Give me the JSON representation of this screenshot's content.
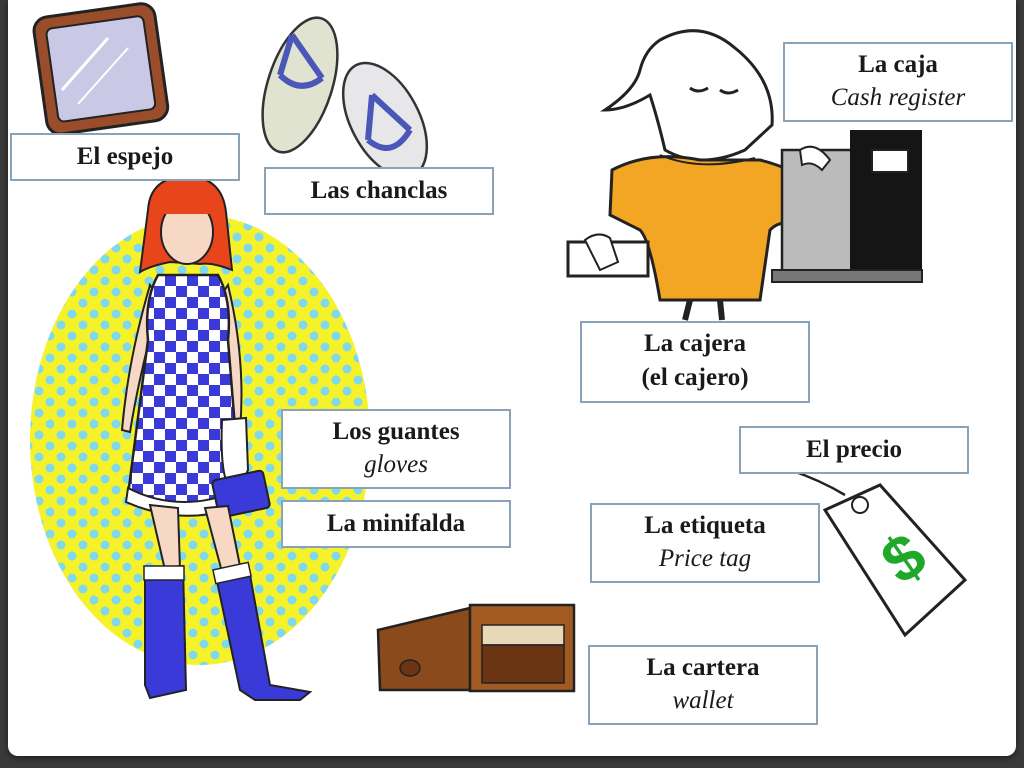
{
  "labels": {
    "espejo": "El espejo",
    "chanclas": "Las chanclas",
    "caja": {
      "title": "La caja",
      "translation": "Cash register"
    },
    "cajera": {
      "line1": "La cajera",
      "line2": "(el cajero)"
    },
    "guantes": {
      "title": "Los guantes",
      "translation": "gloves"
    },
    "minifalda": "La minifalda",
    "precio": "El precio",
    "etiqueta": {
      "title": "La etiqueta",
      "translation": "Price tag"
    },
    "cartera": {
      "title": "La cartera",
      "translation": "wallet"
    }
  },
  "colors": {
    "border": "#8aa3b8",
    "dress_blue": "#3a3ad8",
    "polka_bg": "#f6f22a",
    "polka_dots": "#7fd8ec",
    "cashier_orange": "#f3a623",
    "wallet_brown": "#8a4a1c",
    "dollar_green": "#1fa82a"
  },
  "icons": [
    "mirror-illustration",
    "flip-flops-illustration",
    "woman-illustration",
    "cashier-illustration",
    "cash-register-illustration",
    "price-tag-illustration",
    "wallet-illustration"
  ]
}
